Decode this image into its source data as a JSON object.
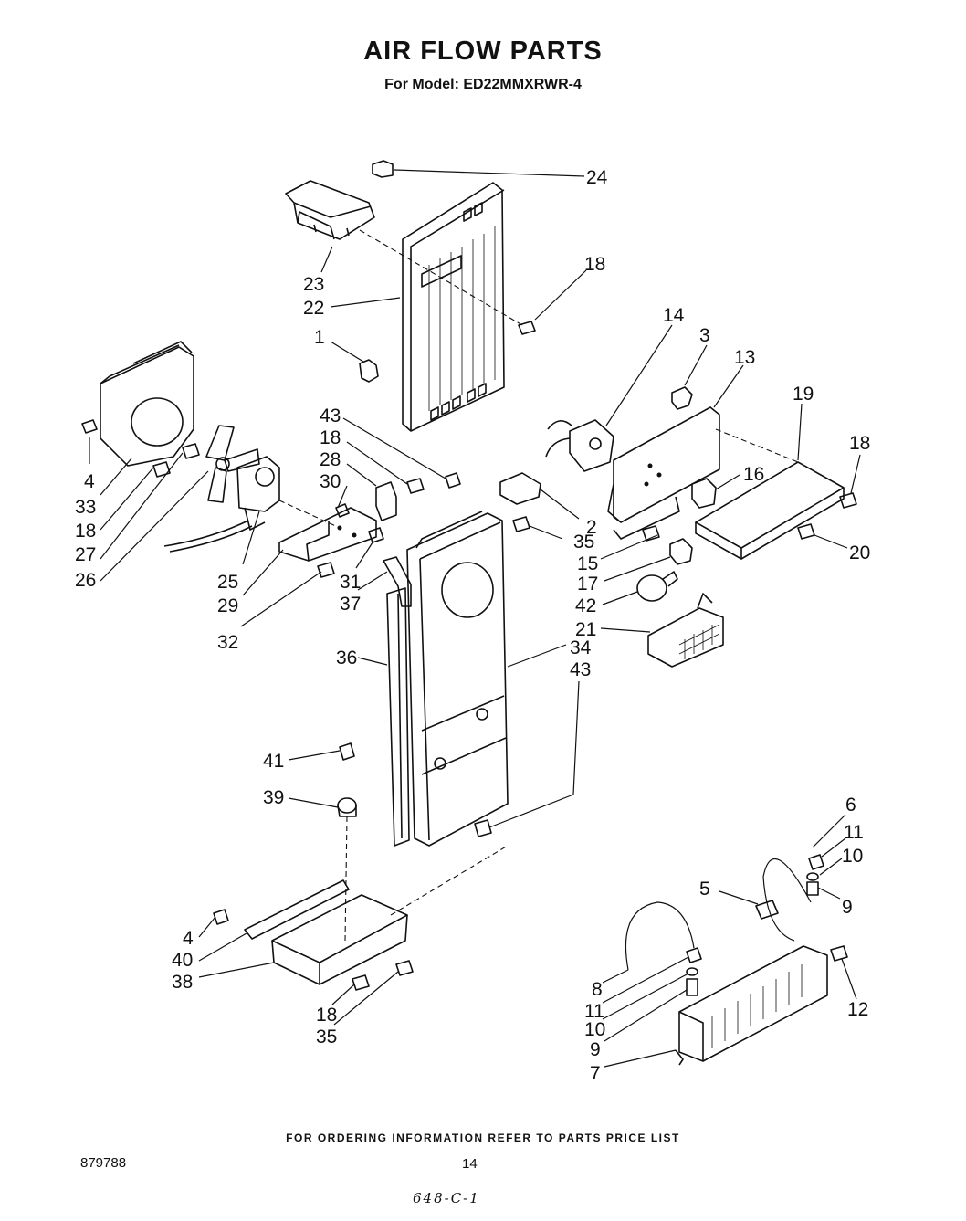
{
  "header": {
    "title": "AIR FLOW PARTS",
    "subtitle": "For Model: ED22MMXRWR-4"
  },
  "footer": {
    "ordering_note": "FOR ORDERING INFORMATION REFER TO PARTS PRICE LIST",
    "document_number": "879788",
    "page_number": "14",
    "handwritten_note": "648-C-1"
  },
  "callouts": [
    {
      "id": "c24",
      "label": "24"
    },
    {
      "id": "c18a",
      "label": "18"
    },
    {
      "id": "c23",
      "label": "23"
    },
    {
      "id": "c22",
      "label": "22"
    },
    {
      "id": "c1",
      "label": "1"
    },
    {
      "id": "c14",
      "label": "14"
    },
    {
      "id": "c3",
      "label": "3"
    },
    {
      "id": "c13",
      "label": "13"
    },
    {
      "id": "c19",
      "label": "19"
    },
    {
      "id": "c18b",
      "label": "18"
    },
    {
      "id": "c16",
      "label": "16"
    },
    {
      "id": "c4a",
      "label": "4"
    },
    {
      "id": "c33",
      "label": "33"
    },
    {
      "id": "c18c",
      "label": "18"
    },
    {
      "id": "c27",
      "label": "27"
    },
    {
      "id": "c26",
      "label": "26"
    },
    {
      "id": "c43a",
      "label": "43"
    },
    {
      "id": "c18d",
      "label": "18"
    },
    {
      "id": "c28",
      "label": "28"
    },
    {
      "id": "c30",
      "label": "30"
    },
    {
      "id": "c2",
      "label": "2"
    },
    {
      "id": "c35a",
      "label": "35"
    },
    {
      "id": "c15",
      "label": "15"
    },
    {
      "id": "c20",
      "label": "20"
    },
    {
      "id": "c17",
      "label": "17"
    },
    {
      "id": "c42",
      "label": "42"
    },
    {
      "id": "c21",
      "label": "21"
    },
    {
      "id": "c25",
      "label": "25"
    },
    {
      "id": "c29",
      "label": "29"
    },
    {
      "id": "c31",
      "label": "31"
    },
    {
      "id": "c37",
      "label": "37"
    },
    {
      "id": "c32",
      "label": "32"
    },
    {
      "id": "c36",
      "label": "36"
    },
    {
      "id": "c34",
      "label": "34"
    },
    {
      "id": "c43b",
      "label": "43"
    },
    {
      "id": "c41",
      "label": "41"
    },
    {
      "id": "c39",
      "label": "39"
    },
    {
      "id": "c6",
      "label": "6"
    },
    {
      "id": "c11a",
      "label": "11"
    },
    {
      "id": "c10a",
      "label": "10"
    },
    {
      "id": "c5",
      "label": "5"
    },
    {
      "id": "c9a",
      "label": "9"
    },
    {
      "id": "c4b",
      "label": "4"
    },
    {
      "id": "c40",
      "label": "40"
    },
    {
      "id": "c38",
      "label": "38"
    },
    {
      "id": "c8",
      "label": "8"
    },
    {
      "id": "c12",
      "label": "12"
    },
    {
      "id": "c11b",
      "label": "11"
    },
    {
      "id": "c10b",
      "label": "10"
    },
    {
      "id": "c18e",
      "label": "18"
    },
    {
      "id": "c35b",
      "label": "35"
    },
    {
      "id": "c9b",
      "label": "9"
    },
    {
      "id": "c7",
      "label": "7"
    }
  ]
}
